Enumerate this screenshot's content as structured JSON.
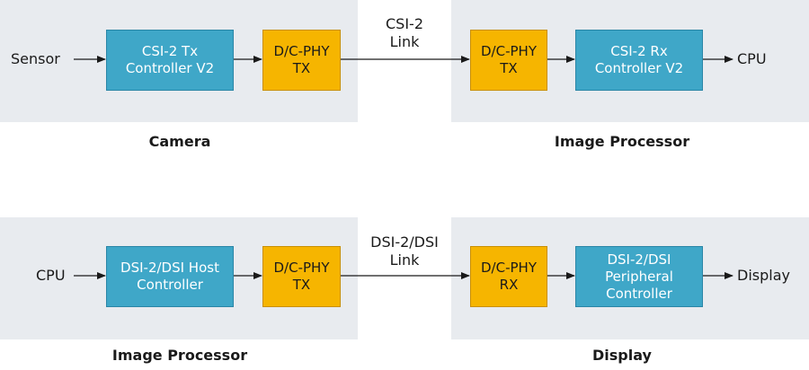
{
  "csi": {
    "input_label": "Sensor",
    "tx_controller": "CSI-2 Tx\nController V2",
    "tx_phy": "D/C-PHY\nTX",
    "link_label": "CSI-2\nLink",
    "rx_phy": "D/C-PHY\nTX",
    "rx_controller": "CSI-2 Rx\nController V2",
    "output_label": "CPU",
    "left_caption": "Camera",
    "right_caption": "Image Processor"
  },
  "dsi": {
    "input_label": "CPU",
    "host_controller": "DSI-2/DSI Host\nController",
    "tx_phy": "D/C-PHY\nTX",
    "link_label": "DSI-2/DSI\nLink",
    "rx_phy": "D/C-PHY\nRX",
    "peripheral_controller": "DSI-2/DSI\nPeripheral\nController",
    "output_label": "Display",
    "left_caption": "Image Processor",
    "right_caption": "Display"
  },
  "colors": {
    "panel": "#e8ebef",
    "controller": "#3fa7c8",
    "phy": "#f6b500"
  }
}
